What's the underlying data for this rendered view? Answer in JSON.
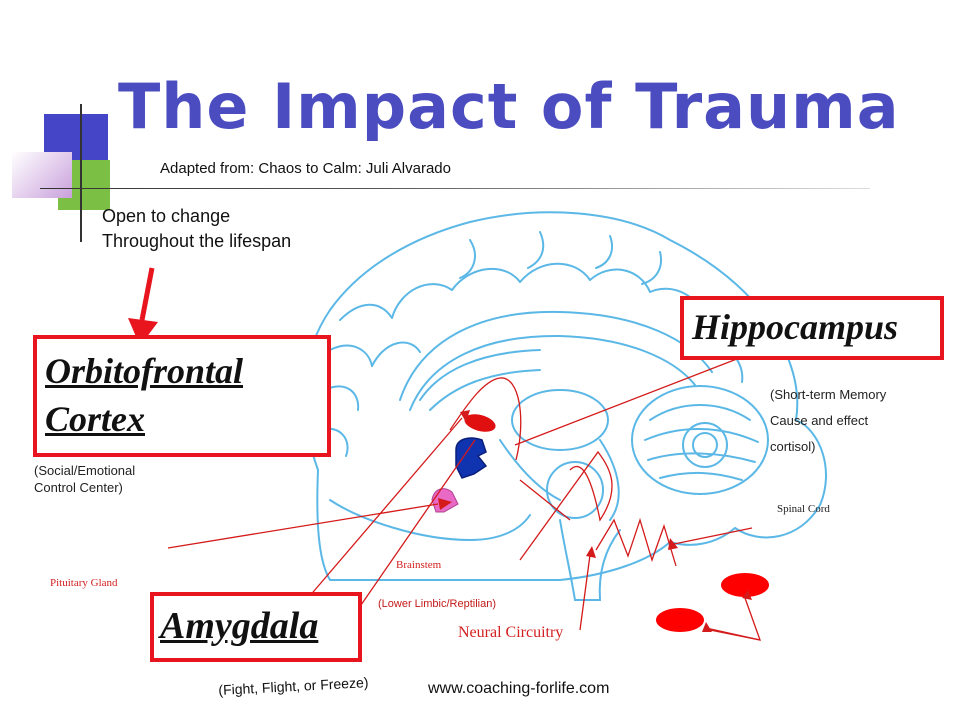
{
  "slide": {
    "title": "The Impact of Trauma",
    "subtitle": "Adapted from: Chaos to Calm: Juli Alvarado",
    "note_line1": "Open to change",
    "note_line2": "Throughout  the lifespan",
    "website": "www.coaching-forlife.com"
  },
  "labels": {
    "ofc_line1": "Orbitofrontal",
    "ofc_line2": "Cortex",
    "ofc_desc_line1": "(Social/Emotional",
    "ofc_desc_line2": "Control Center)",
    "hippocampus": "Hippocampus",
    "hippo_desc_line1": "(Short-term Memory",
    "hippo_desc_line2": "Cause and effect",
    "hippo_desc_line3": "cortisol)",
    "spinal_cord": "Spinal Cord",
    "pituitary": "Pituitary Gland",
    "brainstem": "Brainstem",
    "limbic": "(Lower Limbic/Reptilian)",
    "neural": "Neural Circuitry",
    "amygdala": "Amygdala",
    "fff": "(Fight, Flight, or Freeze)"
  },
  "colors": {
    "title": "#4a4cc0",
    "accent_red": "#e8141e",
    "brain_line": "#5bb8e6",
    "deco_blue": "#4545c8",
    "deco_green": "#7cbf45",
    "deco_purple": "#c9a0dc"
  }
}
